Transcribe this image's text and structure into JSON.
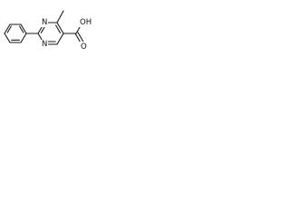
{
  "molecule": {
    "atoms": {
      "n_top": "N",
      "n_bottom": "N",
      "o_carbonyl": "O",
      "hydroxyl": "OH"
    }
  }
}
